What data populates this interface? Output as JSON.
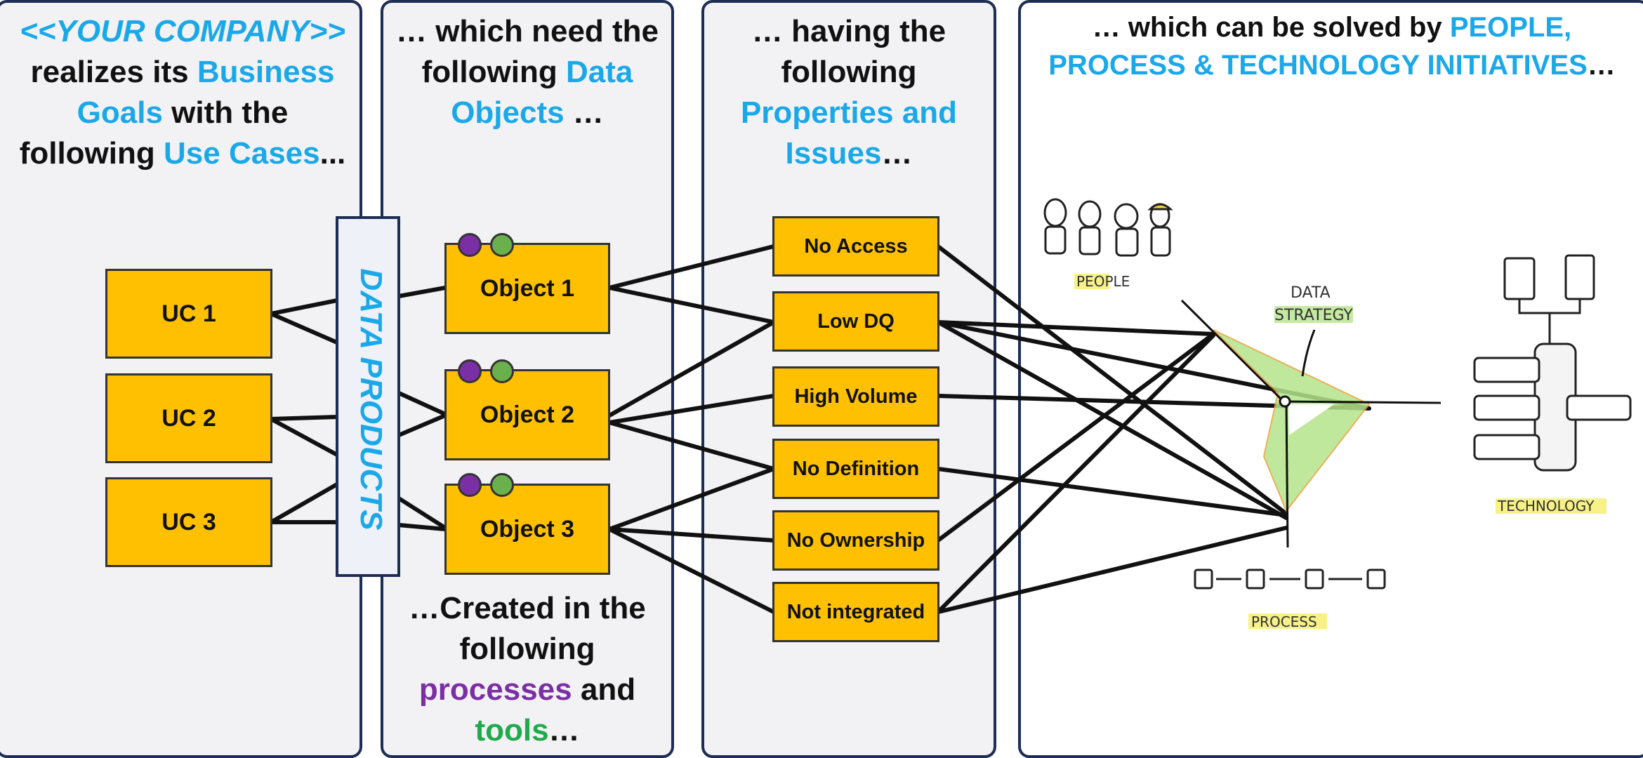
{
  "columns": {
    "company": {
      "line1": "<<YOUR COMPANY>>",
      "line2_a": "realizes its ",
      "line2_b": "Business",
      "line3_a": "Goals",
      "line3_b": " with the",
      "line4_a": "following ",
      "line4_b": "Use Cases",
      "line4_c": "..."
    },
    "objects": {
      "line1": "… which need the",
      "line2_a": "following ",
      "line2_b": "Data",
      "line3_a": "Objects",
      "line3_b": " …"
    },
    "properties": {
      "line1": "… having the",
      "line2": "following",
      "line3": "Properties and",
      "line4_a": "Issues",
      "line4_b": "…"
    },
    "solutions": {
      "line1_a": "… which can be solved by ",
      "line1_b": "PEOPLE,",
      "line2_a": "PROCESS & TECHNOLOGY INITIATIVES",
      "line2_b": "…"
    }
  },
  "use_cases": [
    "UC 1",
    "UC 2",
    "UC 3"
  ],
  "data_products_label": "DATA PRODUCTS",
  "objects": [
    "Object 1",
    "Object 2",
    "Object 3"
  ],
  "properties": [
    "No Access",
    "Low DQ",
    "High Volume",
    "No Definition",
    "No Ownership",
    "Not integrated"
  ],
  "created_in": {
    "line1": "…Created in the",
    "line2": "following",
    "line3_a": "processes",
    "line3_b": " and",
    "line4_a": "tools",
    "line4_b": "…"
  },
  "sketch": {
    "people": "PEOPLE",
    "data_strategy_1": "DATA",
    "data_strategy_2": "STRATEGY",
    "technology": "TECHNOLOGY",
    "process": "PROCESS"
  },
  "colors": {
    "accent_blue": "#1ba8e8",
    "box_yellow": "#fec000",
    "frame_navy": "#1e2d55",
    "process_purple": "#7b2fa5",
    "tool_green": "#1faa4b",
    "sketch_highlight": "#b5e48c"
  }
}
